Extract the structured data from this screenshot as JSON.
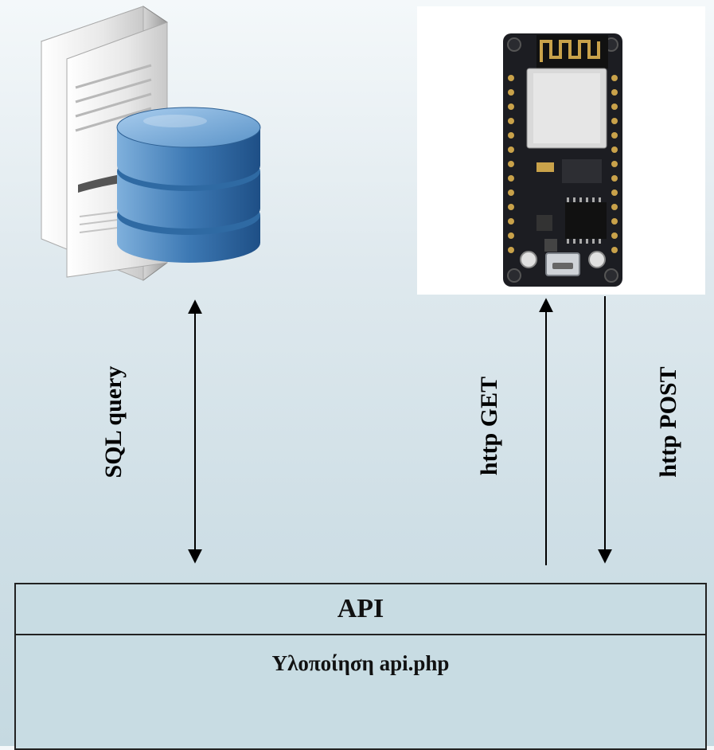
{
  "labels": {
    "sql_query": "SQL query",
    "http_get": "http GET",
    "http_post": "http POST"
  },
  "api": {
    "title": "API",
    "subtitle": "Υλοποίηση api.php"
  },
  "icons": {
    "server": "database-server-icon",
    "board": "esp8266-nodemcu-board"
  },
  "colors": {
    "background_top": "#f4f8fa",
    "background_bottom": "#c5d9e1",
    "api_box": "#c8dce3",
    "database_blue": "#3d79b4",
    "board_black": "#1c1d22"
  }
}
